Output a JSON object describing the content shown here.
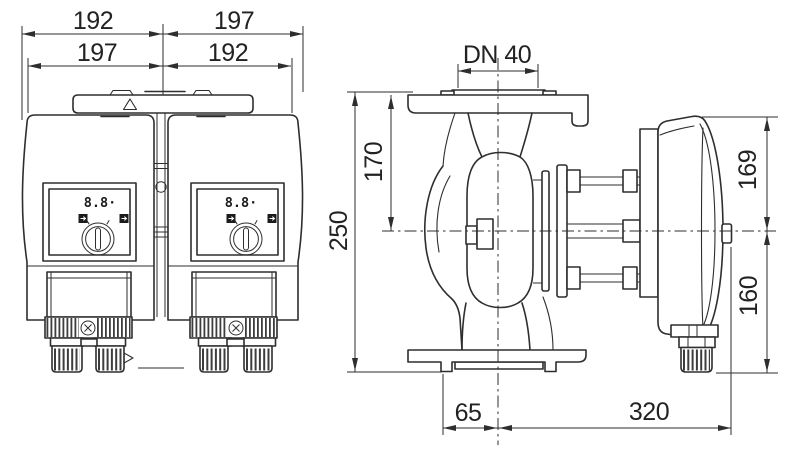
{
  "front_view": {
    "dim_row1_left": "192",
    "dim_row1_right": "197",
    "dim_row2_left": "197",
    "dim_row2_right": "192",
    "display_left": "8.8·",
    "display_right": "8.8·"
  },
  "side_view": {
    "dim_flange": "DN 40",
    "dim_total_height": "250",
    "dim_port_to_center": "170",
    "dim_center_to_top": "169",
    "dim_center_to_bottom": "160",
    "dim_center_to_flange_edge": "65",
    "dim_center_to_motor_end": "320"
  },
  "colors": {
    "line": "#2e2e2e",
    "rib": "#3d3d3d",
    "background": "#ffffff"
  }
}
